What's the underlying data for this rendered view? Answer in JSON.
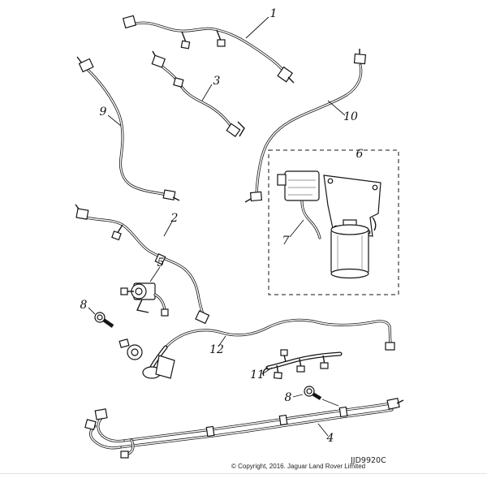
{
  "diagram": {
    "footer": {
      "copyright": "© Copyright, 2016. Jaguar Land Rover Limited",
      "code": "JJD9920C"
    },
    "callouts": {
      "c1": {
        "label": "1"
      },
      "c2": {
        "label": "2"
      },
      "c3": {
        "label": "3"
      },
      "c4": {
        "label": "4"
      },
      "c5": {
        "label": "5"
      },
      "c6": {
        "label": "6"
      },
      "c7": {
        "label": "7"
      },
      "c8a": {
        "label": "8"
      },
      "c8b": {
        "label": "8"
      },
      "c9": {
        "label": "9"
      },
      "c10": {
        "label": "10"
      },
      "c11": {
        "label": "11"
      },
      "c12": {
        "label": "12"
      }
    }
  }
}
